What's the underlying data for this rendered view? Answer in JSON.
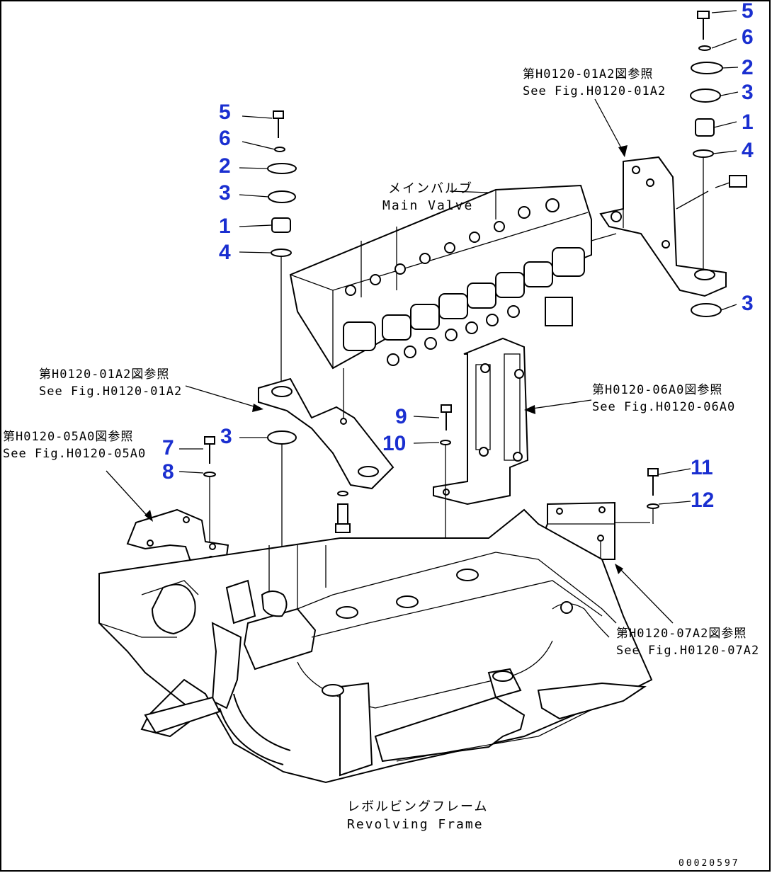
{
  "drawing_code": "00020597",
  "labels": {
    "main_valve_jp": "メインバルブ",
    "main_valve_en": "Main Valve",
    "frame_jp": "レボルビングフレーム",
    "frame_en": "Revolving Frame"
  },
  "references": [
    {
      "jp": "第H0120-01A2図参照",
      "en": "See Fig.H0120-01A2"
    },
    {
      "jp": "第H0120-01A2図参照",
      "en": "See Fig.H0120-01A2"
    },
    {
      "jp": "第H0120-05A0図参照",
      "en": "See Fig.H0120-05A0"
    },
    {
      "jp": "第H0120-06A0図参照",
      "en": "See Fig.H0120-06A0"
    },
    {
      "jp": "第H0120-07A2図参照",
      "en": "See Fig.H0120-07A2"
    }
  ],
  "callouts": [
    "5",
    "6",
    "2",
    "3",
    "1",
    "4",
    "3",
    "5",
    "6",
    "2",
    "3",
    "1",
    "4",
    "3",
    "7",
    "8",
    "9",
    "10",
    "11",
    "12"
  ],
  "colors": {
    "callout": "#1a2fd0",
    "line": "#000000",
    "background": "#ffffff"
  }
}
